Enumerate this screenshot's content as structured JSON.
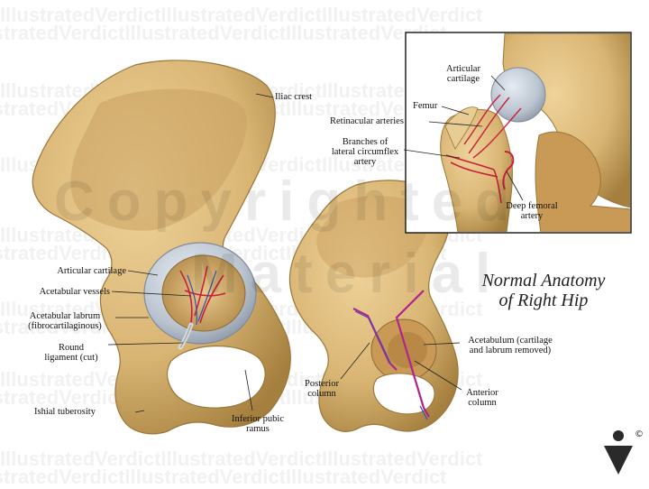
{
  "watermark": {
    "repeat_text": "IllustratedVerdictIllustratedVerdictIllustratedVerdict",
    "copyright_line1": "Copyrighted",
    "copyright_line2": "Material"
  },
  "title": {
    "line1": "Normal Anatomy",
    "line2": "of Right Hip"
  },
  "labels": {
    "iliac_crest": "Iliac crest",
    "articular_cartilage_left": "Articular cartilage",
    "acetabular_vessels": "Acetabular vessels",
    "acetabular_labrum_1": "Acetabular labrum",
    "acetabular_labrum_2": "(fibrocartilaginous)",
    "round_ligament_1": "Round",
    "round_ligament_2": "ligament (cut)",
    "ishial_tuberosity": "Ishial tuberosity",
    "inferior_pubic_1": "Inferior pubic",
    "inferior_pubic_2": "ramus",
    "inset_articular_1": "Articular",
    "inset_articular_2": "cartilage",
    "femur": "Femur",
    "retinacular": "Retinacular arteries",
    "branches_1": "Branches of",
    "branches_2": "lateral circumflex",
    "branches_3": "artery",
    "deep_femoral_1": "Deep femoral",
    "deep_femoral_2": "artery",
    "acetabulum_1": "Acetabulum (cartilage",
    "acetabulum_2": "and labrum removed)",
    "posterior_1": "Posterior",
    "posterior_2": "column",
    "anterior_1": "Anterior",
    "anterior_2": "column"
  },
  "logo": {
    "copyright_symbol": "©"
  },
  "colors": {
    "bone": "#d9b574",
    "bone_shadow": "#a47f3e",
    "cartilage": "#b9c3cf",
    "artery": "#c8203a",
    "vein": "#3a4fb0",
    "column_line": "#b2248c"
  }
}
